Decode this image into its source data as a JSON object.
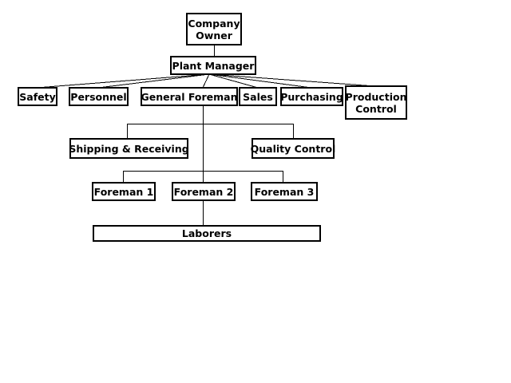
{
  "org_chart": {
    "owner": {
      "line1": "Company",
      "line2": "Owner"
    },
    "plant_manager": "Plant Manager",
    "departments": {
      "safety": "Safety",
      "personnel": "Personnel",
      "general_foreman": "General Foreman",
      "sales": "Sales",
      "purchasing": "Purchasing",
      "production_control": {
        "line1": "Production",
        "line2": "Control"
      }
    },
    "support": {
      "shipping_receiving": "Shipping & Receiving",
      "quality_control": "Quality Control"
    },
    "foremen": [
      "Foreman 1",
      "Foreman 2",
      "Foreman 3"
    ],
    "laborers": "Laborers"
  }
}
